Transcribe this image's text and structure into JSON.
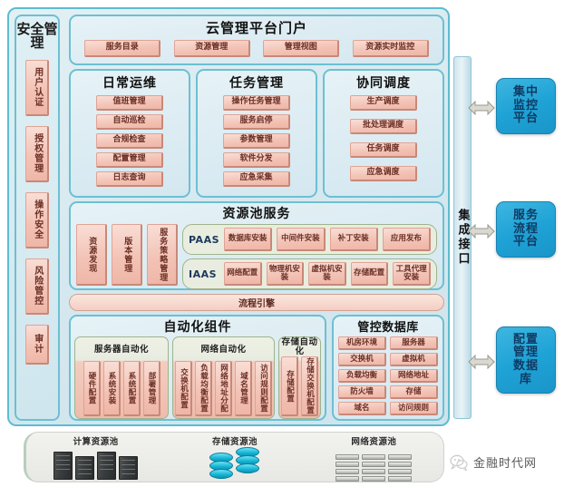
{
  "security_sidebar": {
    "title": "安全管理",
    "items": [
      {
        "label": "用户认证"
      },
      {
        "label": "授权管理"
      },
      {
        "label": "操作安全"
      },
      {
        "label": "风险管控"
      },
      {
        "label": "审计"
      }
    ]
  },
  "portal": {
    "title": "云管理平台门户",
    "buttons": [
      {
        "label": "服务目录"
      },
      {
        "label": "资源管理"
      },
      {
        "label": "管理视图"
      },
      {
        "label": "资源实时监控"
      }
    ]
  },
  "ops_columns": [
    {
      "title": "日常运维",
      "items": [
        {
          "label": "值班管理"
        },
        {
          "label": "自动巡检"
        },
        {
          "label": "合规检查"
        },
        {
          "label": "配置管理"
        },
        {
          "label": "日志查询"
        }
      ]
    },
    {
      "title": "任务管理",
      "items": [
        {
          "label": "操作任务管理"
        },
        {
          "label": "服务启停"
        },
        {
          "label": "参数管理"
        },
        {
          "label": "软件分发"
        },
        {
          "label": "应急采集"
        }
      ]
    },
    {
      "title": "协同调度",
      "items": [
        {
          "label": "生产调度"
        },
        {
          "label": "批处理调度"
        },
        {
          "label": "任务调度"
        },
        {
          "label": "应急调度"
        }
      ]
    }
  ],
  "resource_pool_service": {
    "title": "资源池服务",
    "left_boxes": [
      {
        "label": "资源发现"
      },
      {
        "label": "版本管理"
      },
      {
        "label": "服务策略管理"
      }
    ],
    "tiers": [
      {
        "label": "PAAS",
        "items": [
          {
            "label": "数据库安装"
          },
          {
            "label": "中间件安装"
          },
          {
            "label": "补丁安装"
          },
          {
            "label": "应用发布"
          }
        ]
      },
      {
        "label": "IAAS",
        "items": [
          {
            "label": "网络配置"
          },
          {
            "label": "物理机安装"
          },
          {
            "label": "虚拟机安装"
          },
          {
            "label": "存储配置"
          },
          {
            "label": "工具代理安装"
          }
        ]
      }
    ]
  },
  "flow_engine": {
    "label": "流程引擎"
  },
  "automation": {
    "title": "自动化组件",
    "groups": [
      {
        "title": "服务器自动化",
        "items": [
          {
            "label": "硬件配置"
          },
          {
            "label": "系统安装"
          },
          {
            "label": "系统配置"
          },
          {
            "label": "部署管理"
          }
        ]
      },
      {
        "title": "网络自动化",
        "items": [
          {
            "label": "交换机配置"
          },
          {
            "label": "负载均衡配置"
          },
          {
            "label": "网络地址分配"
          },
          {
            "label": "域名管理"
          },
          {
            "label": "访问规则配置"
          }
        ]
      },
      {
        "title": "存储自动化",
        "items": [
          {
            "label": "存储配置"
          },
          {
            "label": "存储交换机配置"
          }
        ]
      }
    ]
  },
  "control_database": {
    "title": "管控数据库",
    "items": [
      {
        "label": "机房环境"
      },
      {
        "label": "服务器"
      },
      {
        "label": "交换机"
      },
      {
        "label": "虚拟机"
      },
      {
        "label": "负载均衡"
      },
      {
        "label": "网络地址"
      },
      {
        "label": "防火墙"
      },
      {
        "label": "存储"
      },
      {
        "label": "域名"
      },
      {
        "label": "访问规则"
      }
    ]
  },
  "integration": {
    "label": "集成接口"
  },
  "external_platforms": [
    {
      "label": "集中\n监控\n平台",
      "arrow": "double-arrow-icon"
    },
    {
      "label": "服务\n流程\n平台",
      "arrow": "double-arrow-icon"
    },
    {
      "label": "配置\n管理\n数据\n库",
      "arrow": "double-arrow-icon"
    }
  ],
  "resource_pools": [
    {
      "label": "计算资源池",
      "icon": "server-rack-icon"
    },
    {
      "label": "存储资源池",
      "icon": "disk-stack-icon"
    },
    {
      "label": "网络资源池",
      "icon": "switch-stack-icon"
    }
  ],
  "watermark": {
    "text": "金融时代网",
    "icon": "wechat-icon"
  },
  "colors": {
    "frame_border": "#5cbcd2",
    "frame_fill": "#d6e8ef",
    "module_pink": "#f3c3b6",
    "tier_green": "#e9eddf",
    "platform_blue": "#1fa3d6",
    "platform_text": "#103b63"
  }
}
